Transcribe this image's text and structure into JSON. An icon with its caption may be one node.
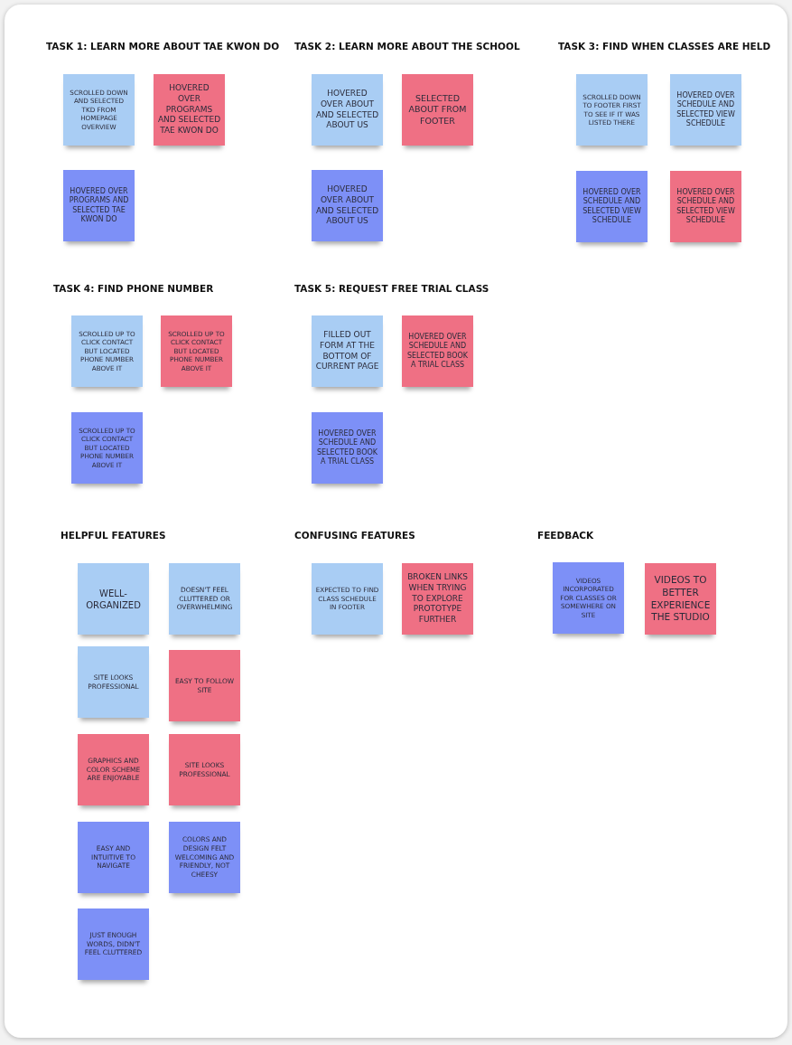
{
  "diagram": {
    "nodes": [
      {
        "text": [
          "SCROLLED DOWN AND SELECTED TKD FROM HOMEPAGE OVERVIEW"
        ]
      },
      {
        "text": [
          "HOVERED OVER PROGRAMS AND SELECTED TAE KWON DO"
        ]
      },
      {
        "text": [
          "HOVERED OVER PROGRAMS AND SELECTED TAE KWON DO"
        ]
      },
      {
        "text": [
          "HOVERED OVER ABOUT AND SELECTED ABOUT US"
        ]
      },
      {
        "text": [
          "SELECTED ABOUT FROM FOOTER"
        ]
      },
      {
        "text": [
          "HOVERED OVER ABOUT AND SELECTED ABOUT US"
        ]
      },
      {
        "text": [
          "SCROLLED DOWN TO FOOTER FIRST TO SEE IF IT WAS LISTED THERE"
        ]
      },
      {
        "text": [
          "HOVERED OVER SCHEDULE AND SELECTED VIEW SCHEDULE"
        ]
      },
      {
        "text": [
          "HOVERED OVER SCHEDULE AND SELECTED VIEW SCHEDULE"
        ]
      },
      {
        "text": [
          "HOVERED OVER SCHEDULE AND SELECTED VIEW SCHEDULE"
        ]
      },
      {
        "text": [
          "SCROLLED UP TO CLICK CONTACT BUT LOCATED PHONE NUMBER ABOVE IT"
        ]
      },
      {
        "text": [
          "SCROLLED UP TO CLICK CONTACT BUT LOCATED PHONE NUMBER ABOVE IT"
        ]
      },
      {
        "text": [
          "SCROLLED UP TO CLICK CONTACT BUT LOCATED PHONE NUMBER ABOVE IT"
        ]
      },
      {
        "text": [
          "FILLED OUT FORM AT THE BOTTOM OF CURRENT PAGE"
        ]
      },
      {
        "text": [
          "HOVERED OVER SCHEDULE AND SELECTED BOOK A TRIAL CLASS"
        ]
      },
      {
        "text": [
          "HOVERED OVER SCHEDULE AND SELECTED BOOK A TRIAL CLASS"
        ]
      },
      {
        "text": [
          "WELL-ORGANIZED"
        ]
      },
      {
        "text": [
          "DOESN'T FEEL CLUTTERED OR OVERWHELMING"
        ]
      },
      {
        "text": [
          "SITE LOOKS PROFESSIONAL"
        ]
      },
      {
        "text": [
          "EASY TO FOLLOW SITE"
        ]
      },
      {
        "text": [
          "GRAPHICS AND COLOR SCHEME ARE ENJOYABLE"
        ]
      },
      {
        "text": [
          "SITE LOOKS PROFESSIONAL"
        ]
      },
      {
        "text": [
          "EASY AND INTUITIVE TO NAVIGATE"
        ]
      },
      {
        "text": [
          "COLORS AND DESIGN FELT WELCOMING AND FRIENDLY, NOT CHEESY"
        ]
      },
      {
        "text": [
          "JUST ENOUGH WORDS, DIDN'T FEEL CLUTTERED"
        ]
      },
      {
        "text": [
          "EXPECTED TO FIND CLASS SCHEDULE IN FOOTER"
        ]
      },
      {
        "text": [
          "BROKEN LINKS WHEN TRYING TO EXPLORE PROTOTYPE FURTHER"
        ]
      },
      {
        "text": [
          "VIDEOS INCORPORATED FOR CLASSES OR SOMEWHERE ON SITE"
        ]
      },
      {
        "text": [
          "VIDEOS TO BETTER EXPERIENCE THE STUDIO"
        ]
      }
    ],
    "labels": [
      "TASK 1: LEARN MORE ABOUT TAE KWON DO",
      "TASK 2: LEARN MORE ABOUT THE SCHOOL",
      "TASK 3: FIND WHEN CLASSES ARE HELD",
      "TASK 4: FIND PHONE NUMBER",
      "TASK 5: REQUEST FREE TRIAL CLASS",
      "HELPFUL FEATURES",
      "CONFUSING FEATURES",
      "FEEDBACK"
    ]
  }
}
